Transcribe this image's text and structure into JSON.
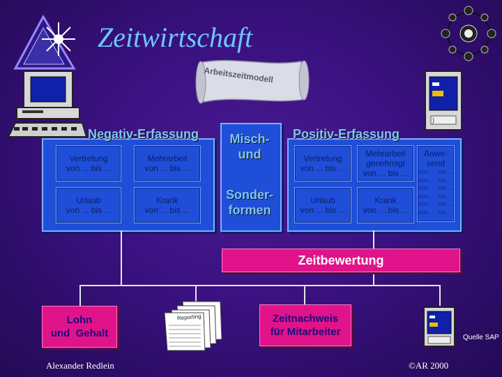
{
  "title": "Zeitwirtschaft",
  "scroll": {
    "label": "Arbeitszeitmodell"
  },
  "negative": {
    "header": "Negativ-Erfassung",
    "cells": [
      {
        "label": "Vertretung",
        "sub": "von ... bis ..."
      },
      {
        "label": "Mehrarbeit",
        "sub": "von ... bis ..."
      },
      {
        "label": "Urlaub",
        "sub": "von ... bis ..."
      },
      {
        "label": "Krank",
        "sub": "von ... bis ..."
      }
    ]
  },
  "mixed": {
    "line1": "Misch-",
    "line2": "und",
    "line3": "Sonder-",
    "line4": "formen"
  },
  "positive": {
    "header": "Positiv-Erfassung",
    "cells": [
      {
        "label": "Vertretung",
        "sub": "von ... bis ..."
      },
      {
        "label1": "Mehrarbeit",
        "label2": "genehmigt",
        "sub": "von ... bis ..."
      },
      {
        "label": "Urlaub",
        "sub": "von ... bis ..."
      },
      {
        "label": "Krank",
        "sub": "von ... bis ..."
      }
    ],
    "anwesend": {
      "line1": "Anwe-",
      "line2": "send",
      "row": "von ... bis ..."
    }
  },
  "bewertung": "Zeitbewertung",
  "lohn": {
    "line1": "Lohn",
    "line2": "und  Gehalt"
  },
  "reporting": "Reporting",
  "zeitnachweis": {
    "line1": "Zeitnachweis",
    "line2": "für Mitarbeiter"
  },
  "quelle": "Quelle SAP",
  "author": "Alexander Redlein",
  "copyright": "©AR 2000",
  "terminal_prompt": ")"
}
